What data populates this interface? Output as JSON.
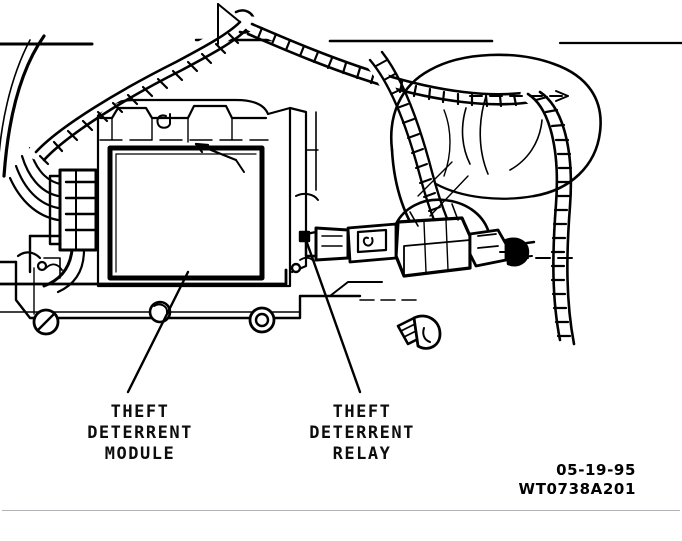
{
  "figure": {
    "kind": "automotive-service-line-drawing",
    "subject": "Theft deterrent module and theft deterrent relay mounting location",
    "ink_color": "#000000",
    "background_color": "#ffffff"
  },
  "callouts": [
    {
      "id": "theft-deterrent-module",
      "lines": [
        "THEFT",
        "DETERRENT",
        "MODULE"
      ],
      "text": "THEFT\nDETERRENT\nMODULE"
    },
    {
      "id": "theft-deterrent-relay",
      "lines": [
        "THEFT",
        "DETERRENT",
        "RELAY"
      ],
      "text": "THEFT\nDETERRENT\nRELAY"
    }
  ],
  "stamp": {
    "date": "05-19-95",
    "drawing_number": "WT0738A201",
    "text": "05-19-95\nWT0738A201"
  },
  "footer": {
    "rule_color": "#b4b4b8"
  }
}
